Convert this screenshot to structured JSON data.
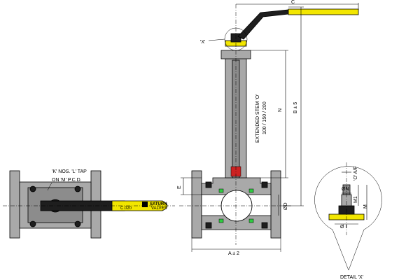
{
  "labels": {
    "tap_line1": "'K' NOS. 'L' TAP",
    "tap_line2": "ON 'M' P.C.D.",
    "dim_c": "C",
    "dim_x": "'X'",
    "dim_e": "E",
    "dim_d": "ØD",
    "dim_a": "A ± 2",
    "dim_b": "B ± 5",
    "dim_n": "N",
    "stem_line1": "EXTENDED STEM 'O'",
    "stem_line2": "100 / 150 / 200",
    "detail_oaf": "'O' A/F",
    "detail_n": "ØN",
    "detail_m1": "M1",
    "detail_m": "M",
    "detail_i": "Ø I",
    "detail_title": "DETAIL 'X'",
    "brand_top": "SATURN",
    "brand_logo_text": "VALVES",
    "brand_code": "C.020"
  },
  "colors": {
    "body": "#a9a9a9",
    "handle_yellow": "#f2e600",
    "handle_dark": "#1e1e1e",
    "seat_green": "#2ecc40"
  }
}
